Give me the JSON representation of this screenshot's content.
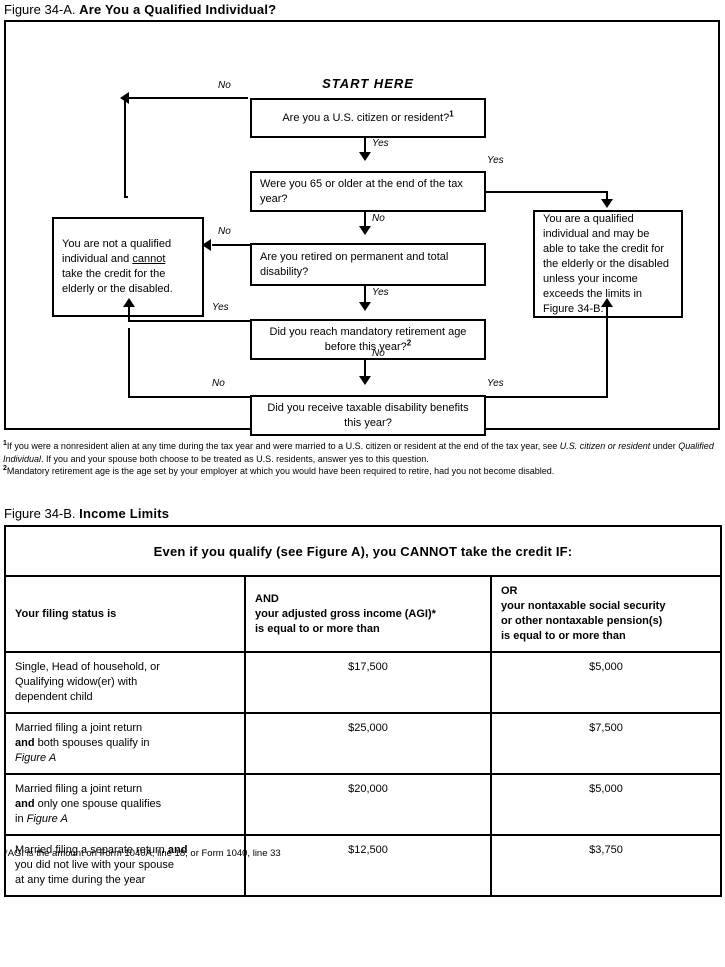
{
  "figure_a": {
    "label": "Figure 34-A.",
    "title": "Are You a Qualified Individual?",
    "start_here": "START HERE",
    "boxes": {
      "citizen": "Are you a U.S. citizen or resident?",
      "citizen_footnote_marker": "1",
      "age65": "Were you 65 or older at the end of the tax year?",
      "retired": "Are you retired on permanent and total disability?",
      "mandatory": "Did you reach mandatory retirement age before this year?",
      "mandatory_footnote_marker": "2",
      "benefits": "Did you receive taxable disability benefits this year?",
      "not_qualified_1": "You are not a qualified",
      "not_qualified_2a": "individual and ",
      "not_qualified_2b": "cannot",
      "not_qualified_3": "take the credit for the",
      "not_qualified_4": "elderly or the disabled.",
      "qualified": "You are a qualified individual and may be able to take the credit for the elderly or the disabled unless your income exceeds the limits in Figure 34-B."
    },
    "edge_labels": {
      "citizen_no": "No",
      "citizen_yes": "Yes",
      "age65_yes": "Yes",
      "age65_no": "No",
      "retired_no": "No",
      "retired_yes": "Yes",
      "mandatory_yes": "Yes",
      "mandatory_no": "No",
      "benefits_no": "No",
      "benefits_yes": "Yes"
    },
    "footnotes": {
      "one_marker": "1",
      "one_part1": "If you were a nonresident alien at any time during the tax year and were married to a U.S. citizen or resident at the end of the tax year, see ",
      "one_italic1": "U.S. citizen or resident",
      "one_part2": " under ",
      "one_italic2": "Qualified Individual",
      "one_part3": ". If you and your spouse both choose to be treated as U.S. residents, answer yes to this question.",
      "two_marker": "2",
      "two_text": "Mandatory retirement age is the age set by your employer at which you would have been required to retire, had you not become disabled."
    }
  },
  "figure_b": {
    "label": "Figure 34-B.",
    "title": "Income Limits",
    "banner": "Even if you qualify (see Figure A), you CANNOT take the credit IF:",
    "headers": {
      "status": "Your filing status is",
      "agi_line1": "AND",
      "agi_line2": "your adjusted gross income (AGI)*",
      "agi_line3": "is equal to or more than",
      "nontaxable_line1": "OR",
      "nontaxable_line2": "your nontaxable social security",
      "nontaxable_line3": "or other nontaxable pension(s)",
      "nontaxable_line4": "is equal to or more than"
    },
    "rows": [
      {
        "status_parts": [
          {
            "text": "Single, Head of household, or",
            "style": "normal"
          },
          {
            "text": "Qualifying widow(er) with",
            "style": "normal"
          },
          {
            "text": "dependent child",
            "style": "normal"
          }
        ],
        "agi": "$17,500",
        "nontaxable": "$5,000"
      },
      {
        "status_parts": [
          {
            "text": "Married filing a joint return",
            "style": "normal"
          },
          {
            "text": "and both spouses qualify in",
            "style": "bold-and"
          },
          {
            "text": "Figure A",
            "style": "italic"
          }
        ],
        "agi": "$25,000",
        "nontaxable": "$7,500"
      },
      {
        "status_parts": [
          {
            "text": "Married filing a joint return",
            "style": "normal"
          },
          {
            "text": "and only one spouse qualifies",
            "style": "bold-and"
          },
          {
            "text": "in Figure A",
            "style": "in-italic"
          }
        ],
        "agi": "$20,000",
        "nontaxable": "$5,000"
      },
      {
        "status_parts": [
          {
            "text": "Married filing a separate return and",
            "style": "trailing-bold-and"
          },
          {
            "text": "you did not live with your spouse",
            "style": "normal"
          },
          {
            "text": "at any time during the year",
            "style": "normal"
          }
        ],
        "agi": "$12,500",
        "nontaxable": "$3,750"
      }
    ],
    "footnote": "*AGI is the amount on Form 1040A, line 18, or Form 1040, line 33"
  }
}
